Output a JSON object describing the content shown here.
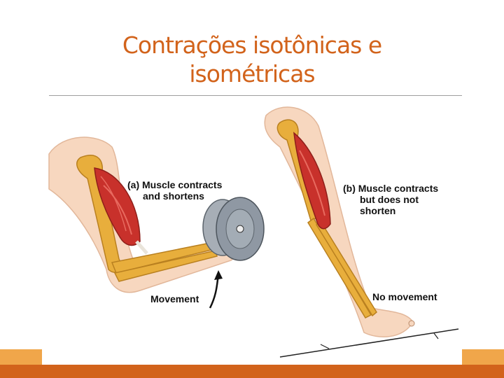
{
  "slide": {
    "title_line1": "Contrações isotônicas e",
    "title_line2": "isométricas"
  },
  "figure": {
    "panel_a": {
      "caption_line1": "(a) Muscle contracts",
      "caption_line2": "and shortens",
      "movement_label": "Movement"
    },
    "panel_b": {
      "caption_line1": "(b) Muscle contracts",
      "caption_line2": "but does not",
      "caption_line3": "shorten",
      "movement_label": "No movement"
    }
  },
  "colors": {
    "title": "#d2631b",
    "bar": "#d2631b",
    "accent": "#f0a64a",
    "muscle": "#c8312b",
    "bone": "#e8ae3c",
    "skin": "#f7d7bf",
    "weight": "#8f98a3"
  }
}
